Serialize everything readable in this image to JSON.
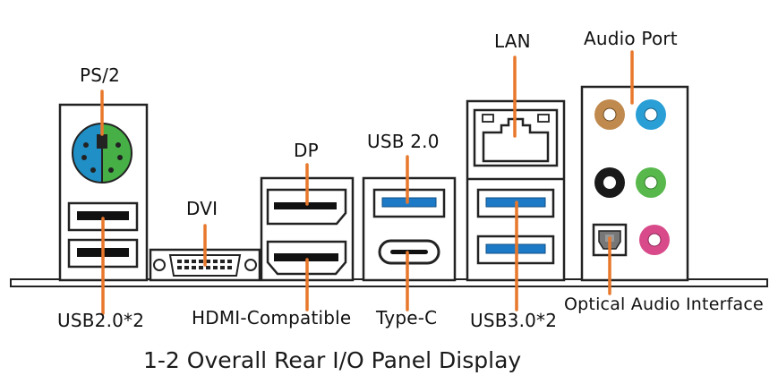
{
  "labels": {
    "ps2": "PS/2",
    "dvi": "DVI",
    "dp": "DP",
    "usb20": "USB 2.0",
    "lan": "LAN",
    "audio_port": "Audio Port",
    "usb20x2": "USB2.0*2",
    "hdmi": "HDMI-Compatible",
    "typec": "Type-C",
    "usb30x2": "USB3.0*2",
    "optical": "Optical Audio Interface"
  },
  "caption": "1-2   Overall Rear I/O Panel Display",
  "colors": {
    "leader": "#e8782c",
    "usb3_blue": "#1d7ac7",
    "ps2_blue": "#1f8fc5",
    "ps2_green": "#46b046",
    "audio_gold": "#c08a4e",
    "audio_blue": "#2a9fd6",
    "audio_black": "#1a1a1a",
    "audio_green": "#58b84c",
    "audio_pink": "#d84a8a",
    "outline": "#111111"
  }
}
